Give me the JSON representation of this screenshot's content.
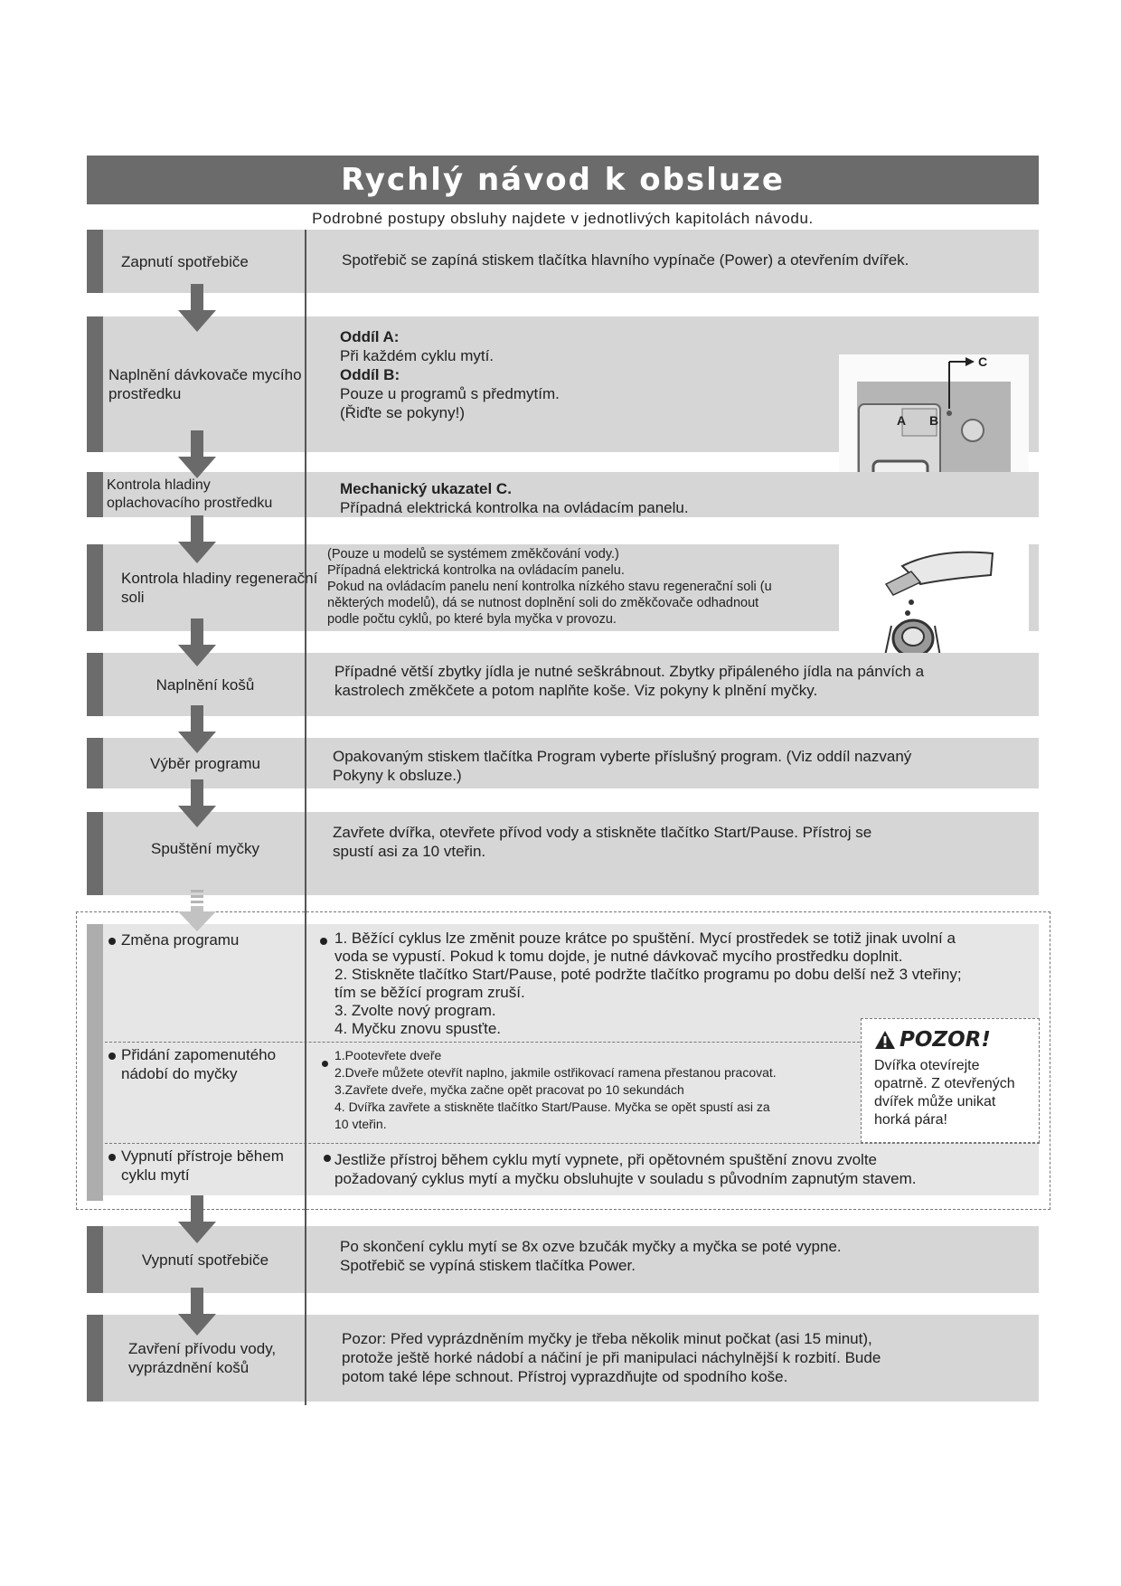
{
  "header": {
    "title": "Rychlý návod k obsluze",
    "subtitle": "Podrobné postupy obsluhy najdete v jednotlivých kapitolách návodu."
  },
  "steps": {
    "power_on": {
      "label": "Zapnutí spotřebiče",
      "text": "Spotřebič se zapíná stiskem tlačítka hlavního vypínače (Power) a otevřením dvířek."
    },
    "detergent": {
      "label": "Naplnění dávkovače mycího prostředku",
      "a_title": "Oddíl A:",
      "a_text": "Při každém cyklu mytí.",
      "b_title": "Oddíl B:",
      "b_text": "Pouze u programů s předmytím.",
      "note": "(Řiďte se pokyny!)",
      "image_labels": {
        "a": "A",
        "b": "B",
        "c": "C"
      }
    },
    "rinse_aid": {
      "label": "Kontrola hladiny oplachovacího prostředku",
      "title": "Mechanický ukazatel C.",
      "text": "Případná elektrická kontrolka na ovládacím panelu."
    },
    "salt": {
      "label": "Kontrola hladiny regenerační soli",
      "lines": [
        "(Pouze u modelů se systémem změkčování vody.)",
        "Případná elektrická kontrolka na ovládacím panelu.",
        "Pokud na ovládacím panelu není kontrolka nízkého stavu regenerační soli (u",
        "některých modelů), dá se nutnost doplnění soli do změkčovače odhadnout",
        "podle počtu cyklů, po které byla myčka v provozu."
      ]
    },
    "load": {
      "label": "Naplnění košů",
      "lines": [
        "Případné větší zbytky jídla je nutné seškrábnout. Zbytky připáleného jídla na pánvích a",
        "kastrolech změkčete a potom naplňte koše. Viz pokyny k plnění myčky."
      ]
    },
    "program": {
      "label": "Výběr programu",
      "lines": [
        "Opakovaným stiskem tlačítka Program vyberte příslušný program. (Viz oddíl nazvaný",
        "Pokyny k obsluze.)"
      ]
    },
    "start": {
      "label": "Spuštění myčky",
      "lines": [
        "Zavřete dvířka, otevřete přívod vody a stiskněte tlačítko Start/Pause. Přístroj se",
        "spustí asi za 10 vteřin."
      ]
    },
    "change": {
      "label": "Změna programu",
      "lines": [
        "1. Běžící cyklus lze změnit pouze krátce po spuštění. Mycí prostředek se totiž jinak uvolní a",
        "voda se vypustí. Pokud k tomu dojde, je nutné dávkovač mycího prostředku doplnit.",
        "2. Stiskněte tlačítko Start/Pause, poté podržte tlačítko programu po dobu delší než 3 vteřiny;",
        "tím se běžící program zruší.",
        "3. Zvolte nový program.",
        "4. Myčku znovu spusťte."
      ]
    },
    "add_dish": {
      "label_1": "Přidání zapomenutého",
      "label_2": "nádobí do myčky",
      "lines": [
        "1.Pootevřete dveře",
        "2.Dveře můžete otevřít naplno, jakmile ostřikovací ramena přestanou pracovat.",
        "3.Zavřete dveře, myčka začne opět pracovat po 10 sekundách",
        "4. Dvířka zavřete a stiskněte tlačítko Start/Pause. Myčka se opět spustí asi za",
        "10 vteřin."
      ]
    },
    "switch_off_cycle": {
      "label_1": "Vypnutí přístroje během",
      "label_2": "cyklu mytí",
      "lines": [
        "Jestliže přístroj během cyklu mytí vypnete, při opětovném spuštění znovu zvolte",
        "požadovaný cyklus mytí a myčku obsluhujte v souladu s původním zapnutým stavem."
      ]
    },
    "power_off": {
      "label": "Vypnutí spotřebiče",
      "lines": [
        "Po skončení cyklu mytí se 8x ozve bzučák myčky a myčka se poté vypne.",
        "Spotřebič se vypíná stiskem tlačítka Power."
      ]
    },
    "close": {
      "label_1": "Zavření přívodu vody,",
      "label_2": "vyprázdnění košů",
      "lines": [
        "Pozor: Před vyprázdněním myčky je třeba několik minut počkat (asi 15 minut),",
        "protože ještě horké nádobí a náčiní je při manipulaci náchylnější k rozbití. Bude",
        "potom také lépe schnout. Přístroj vyprazdňujte od spodního koše."
      ]
    }
  },
  "warning": {
    "title": "POZOR!",
    "lines": [
      "Dvířka otevírejte",
      "opatrně. Z otevřených",
      "dvířek může unikat",
      "horká pára!"
    ]
  },
  "colors": {
    "title_bar": "#6b6b6b",
    "band": "#d6d6d6",
    "band_light": "#e6e6e6",
    "marker": "#6c6c6c"
  }
}
